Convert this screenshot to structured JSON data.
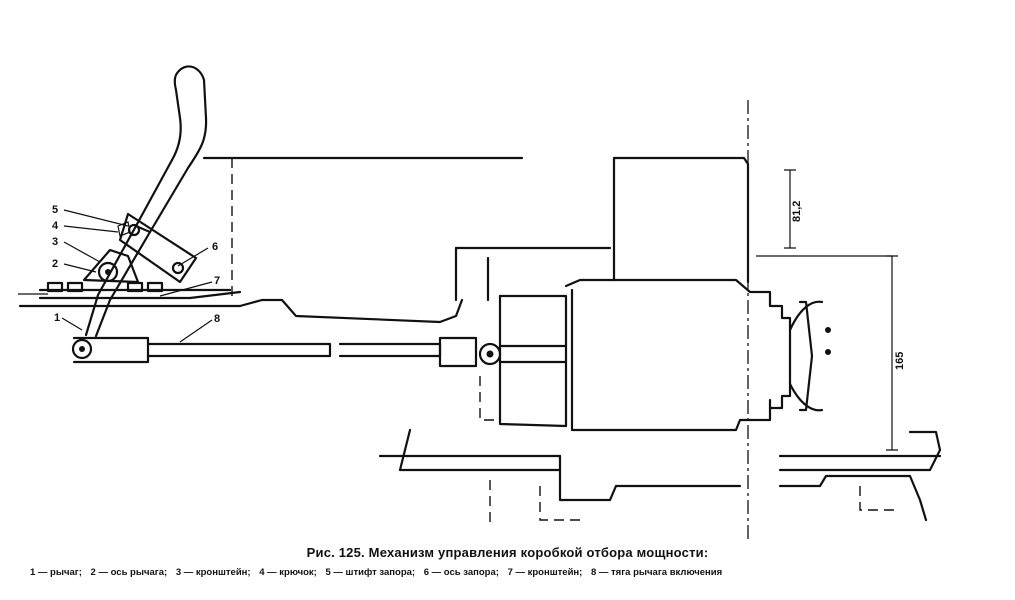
{
  "figure": {
    "title": "Рис. 125. Механизм управления коробкой отбора мощности:",
    "legend": [
      "1 — рычаг;",
      "2 — ось рычага;",
      "3 — кронштейн;",
      "4 — крючок;",
      "5 — штифт запора;",
      "6 — ось запора;",
      "7 — кронштейн;",
      "8 — тяга рычага включения"
    ]
  },
  "callouts": [
    "1",
    "2",
    "3",
    "4",
    "5",
    "6",
    "7",
    "8"
  ],
  "dimensions": {
    "upper": "81,2",
    "height": "165"
  }
}
